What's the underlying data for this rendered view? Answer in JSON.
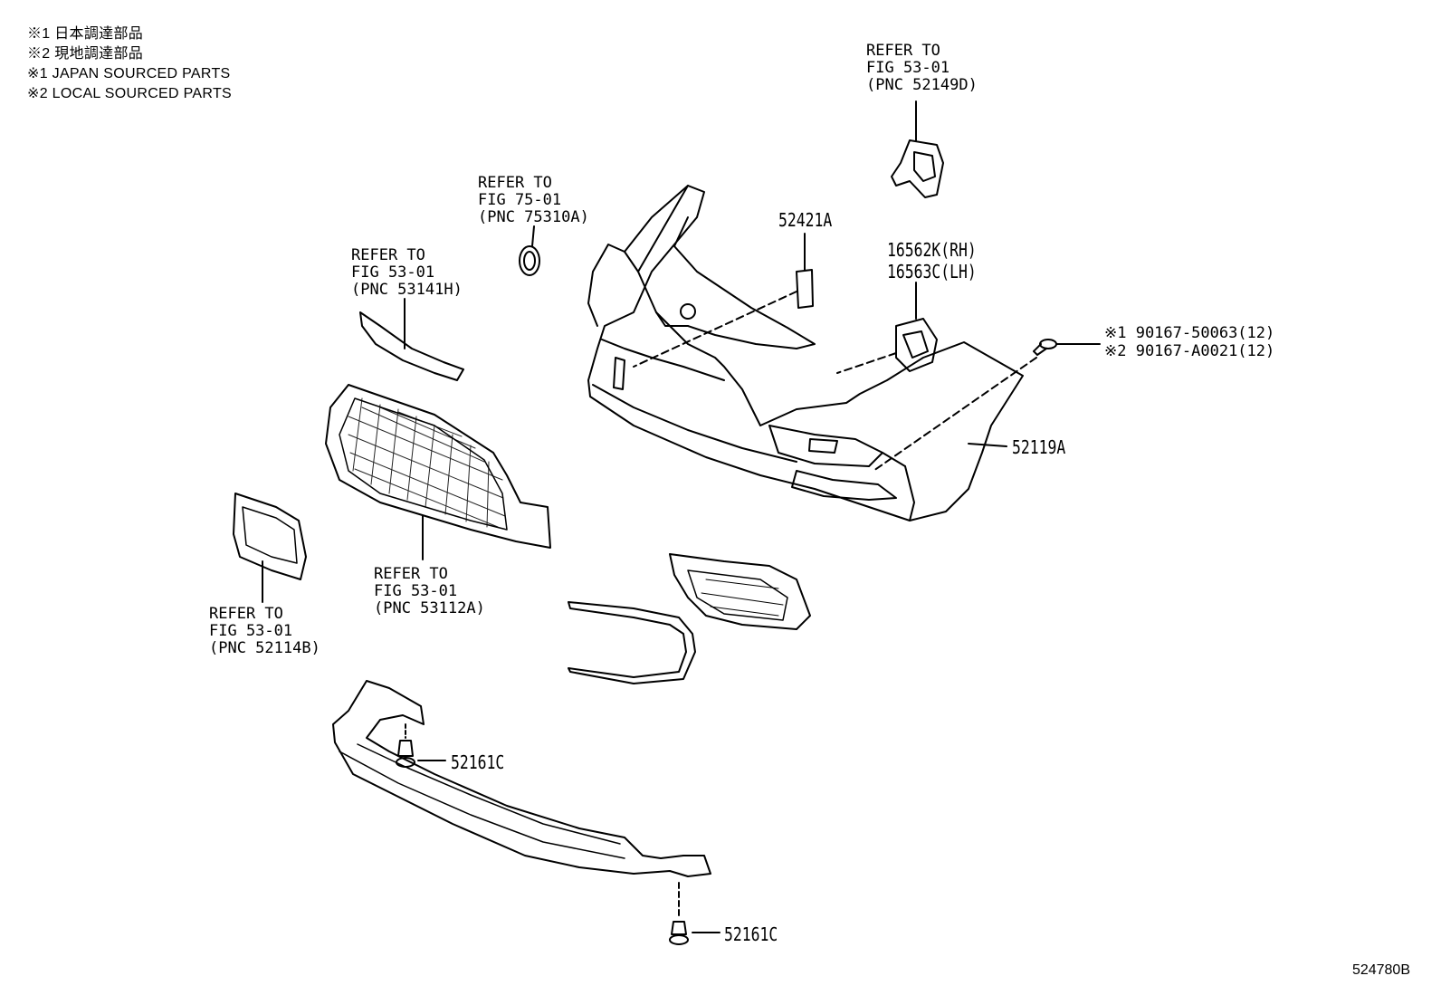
{
  "notes": {
    "line1": "※1 日本調達部品",
    "line2": "※2 現地調達部品",
    "line3": "※1 JAPAN SOURCED PARTS",
    "line4": "※2 LOCAL SOURCED PARTS"
  },
  "references": {
    "ref_52149d": {
      "l1": "REFER TO",
      "l2": "FIG 53-01",
      "l3": "(PNC 52149D)"
    },
    "ref_75310a": {
      "l1": "REFER TO",
      "l2": "FIG 75-01",
      "l3": "(PNC 75310A)"
    },
    "ref_53141h": {
      "l1": "REFER TO",
      "l2": "FIG 53-01",
      "l3": "(PNC 53141H)"
    },
    "ref_53112a": {
      "l1": "REFER TO",
      "l2": "FIG 53-01",
      "l3": "(PNC 53112A)"
    },
    "ref_52114b": {
      "l1": "REFER TO",
      "l2": "FIG 53-01",
      "l3": "(PNC 52114B)"
    }
  },
  "parts": {
    "p52421a": "52421A",
    "p16562k": "16562K(RH)",
    "p16563c": "16563C(LH)",
    "screw1": "※1 90167-50063(12)",
    "screw2": "※2 90167-A0021(12)",
    "p52119a": "52119A",
    "clip_upper": "52161C",
    "clip_lower": "52161C"
  },
  "figure_id": "524780B"
}
